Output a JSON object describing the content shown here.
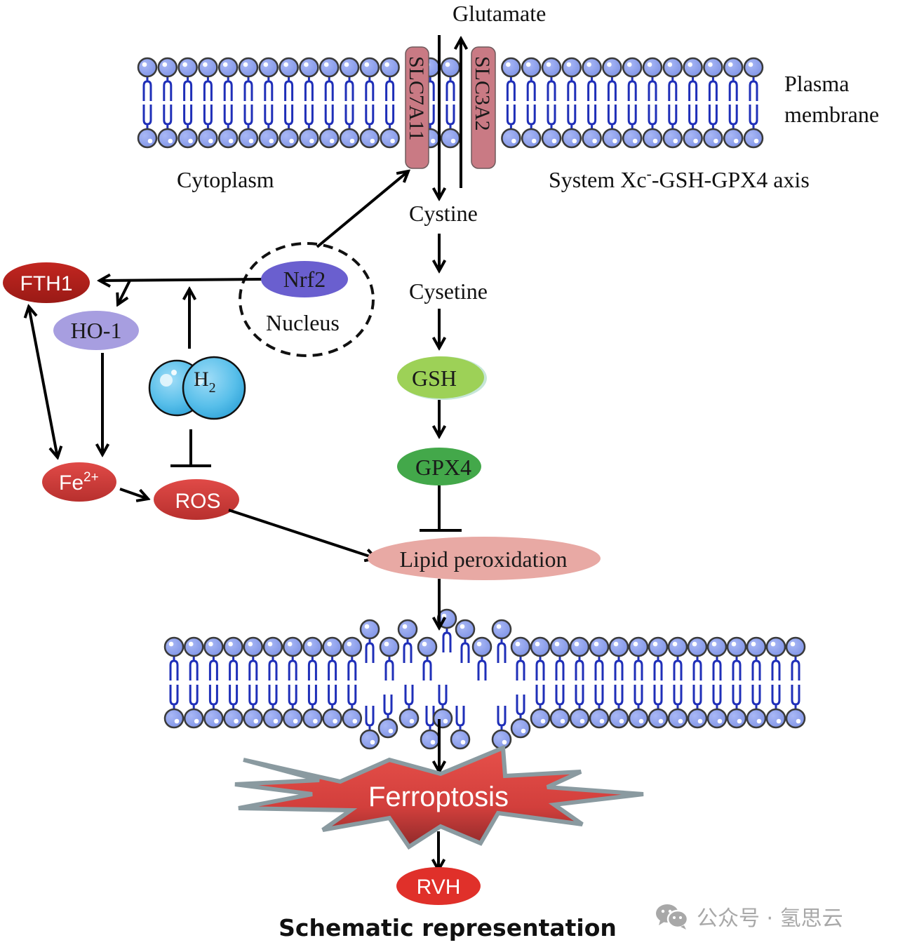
{
  "labels": {
    "glutamate": "Glutamate",
    "plasma_membrane_line1": "Plasma",
    "plasma_membrane_line2": "membrane",
    "cytoplasm": "Cytoplasm",
    "axis_prefix": "System Xc",
    "axis_superscript": "-",
    "axis_suffix": "-GSH-GPX4 axis",
    "cystine": "Cystine",
    "cysetine": "Cysetine",
    "nucleus": "Nucleus"
  },
  "transporters": {
    "slc7a11": "SLC7A11",
    "slc3a2": "SLC3A2"
  },
  "nodes": {
    "fth1": "FTH1",
    "ho1": "HO-1",
    "nrf2": "Nrf2",
    "h2_base": "H",
    "h2_sub": "2",
    "fe_base": "Fe",
    "fe_sup": "2+",
    "ros": "ROS",
    "gsh": "GSH",
    "gpx4": "GPX4",
    "lipid_peroxidation": "Lipid peroxidation",
    "ferroptosis": "Ferroptosis",
    "rvh": "RVH"
  },
  "caption": "Schematic representation",
  "watermark": {
    "icon": "wechat-icon",
    "text": "公众号 · 氢思云"
  },
  "colors": {
    "lipid_head": "#8ea2ee",
    "lipid_tail": "#1f2fb8",
    "transporter": "#c97a84",
    "fth1": "#b0201c",
    "ho1": "#a79ee0",
    "nrf2": "#6a5fcf",
    "fe": "#d94343",
    "ros": "#d94343",
    "gsh": "#9dd157",
    "gpx4": "#43a84a",
    "lipid_peroxidation": "#e8a9a4",
    "ferroptosis": "#d84040",
    "ferroptosis_outline": "#8a9aa0",
    "rvh": "#e0302a",
    "h2": "#5cc3ec"
  }
}
